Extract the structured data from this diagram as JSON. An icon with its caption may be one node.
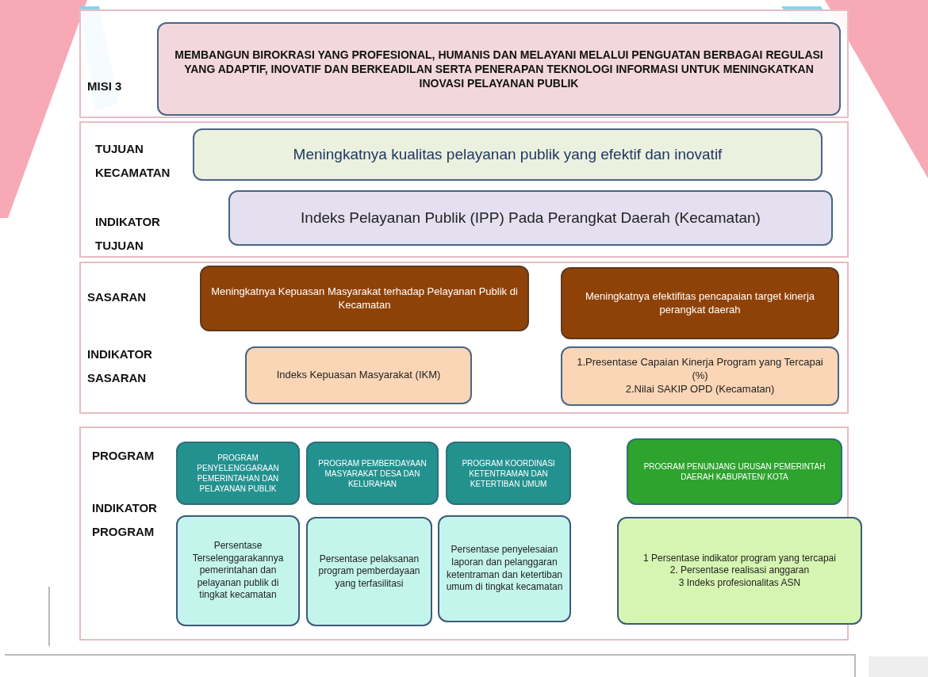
{
  "diagram": {
    "nodes": [
      {
        "text": [
          "MISI 3"
        ]
      },
      {
        "text": [
          "MEMBANGUN BIROKRASI YANG PROFESIONAL, HUMANIS DAN MELAYANI MELALUI PENGUATAN BERBAGAI REGULASI YANG ADAPTIF, INOVATIF DAN BERKEADILAN SERTA PENERAPAN TEKNOLOGI INFORMASI UNTUK MENINGKATKAN INOVASI PELAYANAN PUBLIK"
        ],
        "in": 0
      },
      {
        "text": [
          "TUJUAN KECAMATAN",
          "INDIKATOR TUJUAN"
        ]
      },
      {
        "text": [
          "Meningkatnya kualitas pelayanan publik yang efektif dan inovatif"
        ],
        "in": 2
      },
      {
        "text": [
          "Indeks Pelayanan Publik (IPP) Pada Perangkat Daerah (Kecamatan)"
        ],
        "in": 2
      },
      {
        "text": [
          "SASARAN",
          "INDIKATOR SASARAN"
        ]
      },
      {
        "text": [
          "Meningkatnya  Kepuasan Masyarakat terhadap Pelayanan Publik di Kecamatan"
        ],
        "in": 5
      },
      {
        "text": [
          "Meningkatnya efektifitas pencapaian target kinerja perangkat daerah"
        ],
        "in": 5
      },
      {
        "text": [
          "Indeks Kepuasan Masyarakat (IKM)"
        ],
        "in": 5
      },
      {
        "text": [
          "1.Presentase Capaian Kinerja Program yang Tercapai (%)",
          "2.Nilai SAKIP OPD (Kecamatan)"
        ],
        "in": 5
      },
      {
        "text": [
          "PROGRAM",
          "INDIKATOR PROGRAM"
        ]
      },
      {
        "text": [
          "PROGRAM PENYELENGGARAAN PEMERINTAHAN DAN PELAYANAN PUBLIK"
        ],
        "in": 10
      },
      {
        "text": [
          "PROGRAM PEMBERDAYAAN MASYARAKAT DESA DAN KELURAHAN"
        ],
        "in": 10
      },
      {
        "text": [
          "PROGRAM KOORDINASI KETENTRAMAN  DAN KETERTIBAN UMUM"
        ],
        "in": 10
      },
      {
        "text": [
          "PROGRAM PENUNJANG URUSAN PEMERINTAH DAERAH KABUPATEN/ KOTA"
        ],
        "in": 10
      },
      {
        "text": [
          "Persentase Terselenggarakannya pemerintahan dan pelayanan publik di tingkat kecamatan"
        ],
        "in": 10
      },
      {
        "text": [
          "Persentase pelaksanan program pemberdayaan yang terfasilitasi"
        ],
        "in": 10
      },
      {
        "text": [
          "Persentase penyelesaian laporan dan pelanggaran ketentraman dan ketertiban umum di tingkat kecamatan"
        ],
        "in": 10
      },
      {
        "text": [
          "1 Persentase indikator program yang tercapai",
          "2. Persentase realisasi anggaran",
          "3 Indeks profesionalitas ASN"
        ],
        "in": 10
      }
    ]
  }
}
